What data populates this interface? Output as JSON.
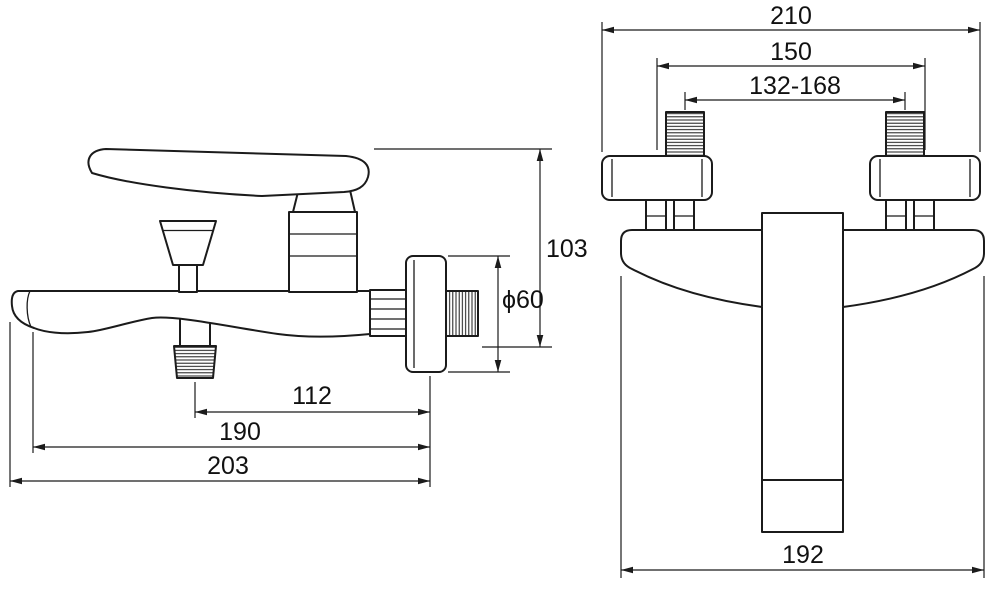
{
  "colors": {
    "background": "#ffffff",
    "ink": "#1b1b1b"
  },
  "side_view": {
    "dim_height": "103",
    "dim_flange_diameter": "ϕ60",
    "dim_hose_offset": "112",
    "dim_spout_reach": "190",
    "dim_overall_depth": "203"
  },
  "front_view": {
    "dim_overall_width": "210",
    "dim_center_distance": "150",
    "dim_adjust_range": "132-168",
    "dim_body_width": "192"
  }
}
